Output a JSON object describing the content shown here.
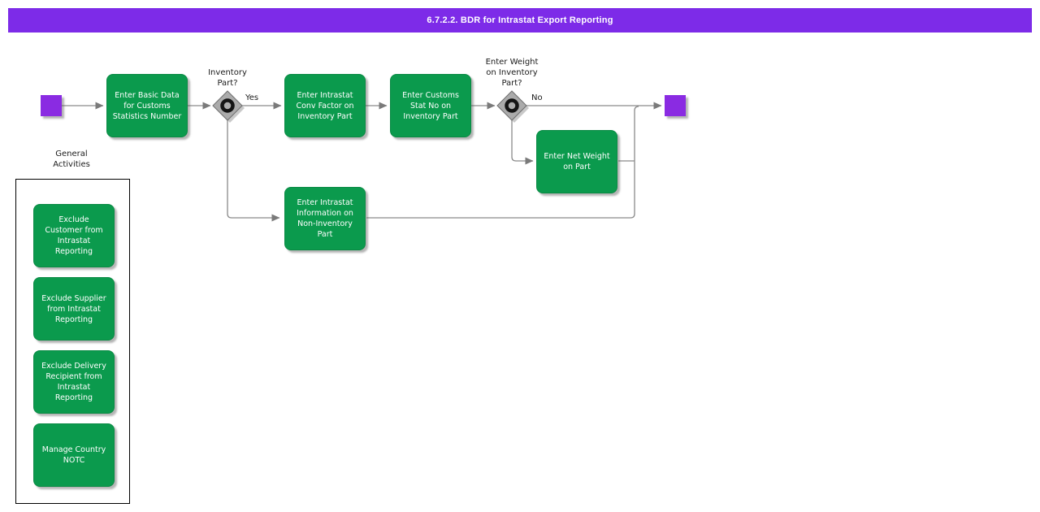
{
  "title": "6.7.2.2. BDR for Intrastat Export Reporting",
  "colors": {
    "title_bar": "#7d2be8",
    "activity_green": "#0b9a4d",
    "event_purple": "#8a2be2",
    "connector_gray": "#8a8a8a",
    "gateway_gray": "#ababab"
  },
  "flow": {
    "activities": {
      "basic_data": "Enter Basic Data\nfor Customs\nStatistics Number",
      "conv_factor": "Enter Intrastat\nConv Factor on\nInventory Part",
      "customs_stat": "Enter Customs\nStat No on\nInventory Part",
      "net_weight": "Enter Net Weight\non Part",
      "non_inventory": "Enter Intrastat\nInformation on\nNon-Inventory\nPart"
    },
    "gateways": {
      "inventory_part": {
        "question": "Inventory\nPart?",
        "branch_label": "Yes"
      },
      "enter_weight": {
        "question": "Enter Weight\non Inventory\nPart?",
        "branch_label": "No"
      }
    }
  },
  "general_activities": {
    "label": "General\nActivities",
    "items": [
      "Exclude\nCustomer from\nIntrastat\nReporting",
      "Exclude Supplier\nfrom Intrastat\nReporting",
      "Exclude Delivery\nRecipient from\nIntrastat\nReporting",
      "Manage Country\nNOTC"
    ]
  }
}
